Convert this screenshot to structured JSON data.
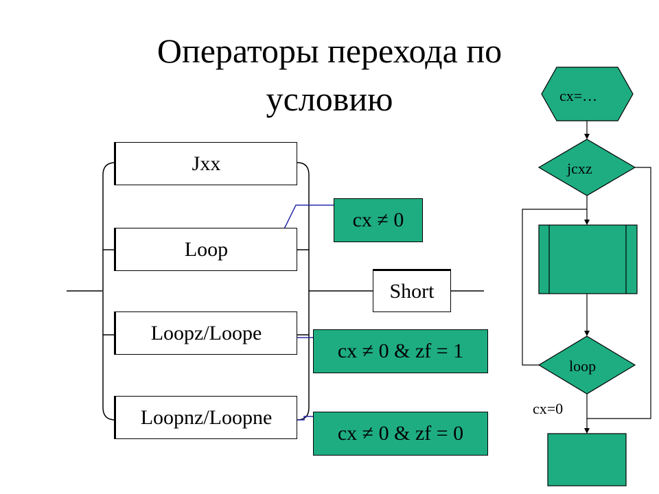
{
  "title": {
    "line1": "Операторы перехода по",
    "line2": "условию"
  },
  "operators": [
    "Jxx",
    "Loop",
    "Loopz/Loope",
    "Loopnz/Loopne"
  ],
  "short_label": "Short",
  "conditions": {
    "loop": "cx ≠ 0",
    "loopz": "cx ≠ 0 & zf = 1",
    "loopnz": "cx ≠ 0 & zf = 0"
  },
  "flowchart": {
    "init": "cx=…",
    "jcxz": "jcxz",
    "loop": "loop",
    "exit_label": "cx=0"
  },
  "colors": {
    "accent": "#1ead81",
    "line": "#000000",
    "connector": "#2a2aa8"
  }
}
